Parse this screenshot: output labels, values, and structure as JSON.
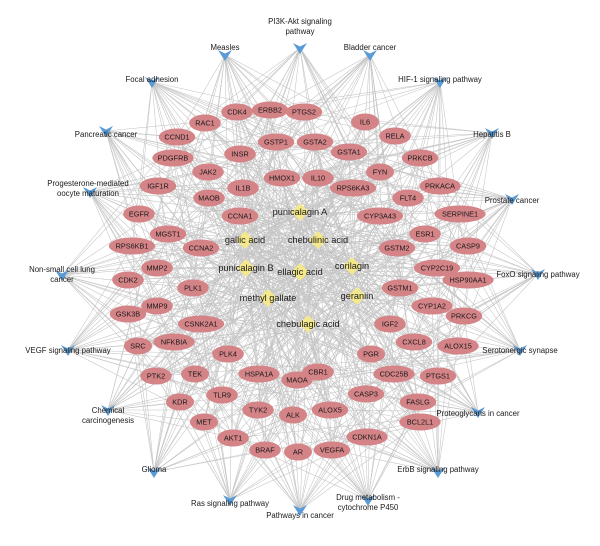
{
  "colors": {
    "compound": "#f4e88c",
    "gene": "#d48387",
    "pathway": "#5b9bd5",
    "edge": "#c4c4c4"
  },
  "compounds": [
    "punicalagin A",
    "gallic acid",
    "chebulinic acid",
    "punicalagin B",
    "ellagic acid",
    "corilagin",
    "methyl gallate",
    "geraniin",
    "chebulagic acid"
  ],
  "genes": [
    "CDK4",
    "ERBB2",
    "PTGS2",
    "RAC1",
    "IL6",
    "CCND1",
    "GSTP1",
    "GSTA2",
    "GSTA1",
    "RELA",
    "INSR",
    "PDGFRB",
    "JAK2",
    "HMOX1",
    "IL10",
    "FYN",
    "PRKCB",
    "IGF1R",
    "IL1B",
    "RPS6KA3",
    "PRKACA",
    "MAOB",
    "FLT4",
    "EGFR",
    "CCNA1",
    "CYP3A43",
    "SERPINE1",
    "MGST1",
    "ESR1",
    "RPS6KB1",
    "CCNA2",
    "GSTM2",
    "CASP9",
    "MMP2",
    "CYP2C19",
    "CDK2",
    "PLK1",
    "HSP90AA1",
    "GSTM1",
    "MMP9",
    "CYP1A2",
    "GSK3B",
    "CSNK2A1",
    "IGF2",
    "PRKCG",
    "SRC",
    "NFKBIA",
    "CXCL8",
    "ALOX15",
    "PLK4",
    "PGR",
    "PTK2",
    "TEK",
    "HSPA1A",
    "CBR1",
    "CDC25B",
    "PTGS1",
    "MAOA",
    "CASP3",
    "KDR",
    "TLR9",
    "FASLG",
    "TYK2",
    "ALK",
    "ALOX5",
    "MET",
    "BCL2L1",
    "AKT1",
    "CDKN1A",
    "BRAF",
    "AR",
    "VEGFA"
  ],
  "pathways": [
    "PI3K-Akt signaling pathway",
    "Measles",
    "Bladder cancer",
    "Focal adhesion",
    "HIF-1 signaling pathway",
    "Pancreatic cancer",
    "Hepatitis B",
    "Progesterone-mediated oocyte maturation",
    "Prostate cancer",
    "Non-small cell lung cancer",
    "FoxO signaling pathway",
    "VEGF signaling pathway",
    "Serotonergic synapse",
    "Chemical carcinogenesis",
    "Proteoglycans in cancer",
    "Glioma",
    "ErbB signaling pathway",
    "Ras signaling pathway",
    "Drug metabolism - cytochrome P450",
    "Pathways in cancer"
  ]
}
